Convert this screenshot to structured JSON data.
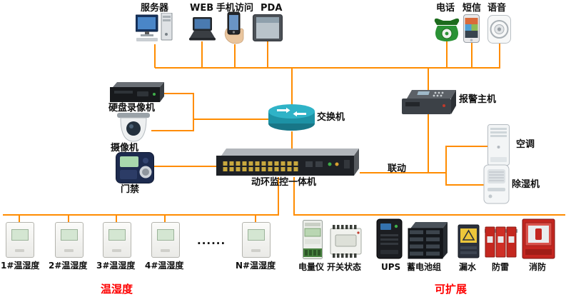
{
  "colors": {
    "line": "#ff8c00",
    "section": "#fe0000"
  },
  "top": {
    "server": "服务器",
    "web": "WEB",
    "mobile": "手机访问",
    "pda": "PDA",
    "phone": "电话",
    "sms": "短信",
    "voice": "语音"
  },
  "left": {
    "dvr": "硬盘录像机",
    "camera": "摄像机",
    "access": "门禁"
  },
  "center": {
    "switch": "交换机",
    "unit": "动环监控一体机"
  },
  "right": {
    "alarm": "报警主机",
    "linkage": "联动",
    "ac": "空调",
    "dehumidifier": "除湿机"
  },
  "sensors": {
    "items": [
      "1#温湿度",
      "2#温湿度",
      "3#温湿度",
      "4#温湿度"
    ],
    "ellipsis": "......",
    "last": "N#温湿度",
    "section": "温湿度"
  },
  "expand": {
    "items": [
      "电量仪",
      "开关状态",
      "UPS",
      "蓄电池组",
      "漏水",
      "防雷",
      "消防"
    ],
    "section": "可扩展"
  }
}
